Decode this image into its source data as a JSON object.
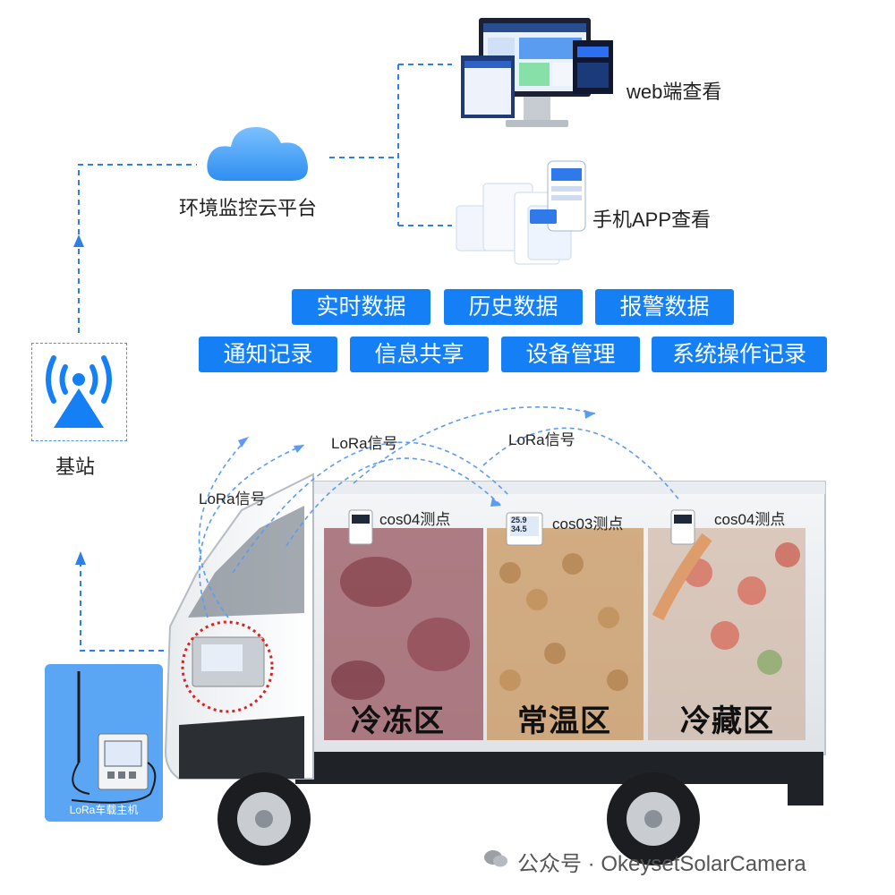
{
  "cloud": {
    "label": "环境监控云平台",
    "icon": "cloud-icon"
  },
  "outputs": {
    "web_label": "web端查看",
    "app_label": "手机APP查看"
  },
  "features_row1": [
    "实时数据",
    "历史数据",
    "报警数据"
  ],
  "features_row2": [
    "通知记录",
    "信息共享",
    "设备管理",
    "系统操作记录"
  ],
  "base_station": {
    "label": "基站",
    "icon": "signal-tower-icon"
  },
  "signals": [
    "LoRa信号",
    "LoRa信号",
    "LoRa信号"
  ],
  "points": [
    "cos04测点",
    "cos03测点",
    "cos04测点"
  ],
  "sensor_display": [
    "25.9",
    "34.5"
  ],
  "zones": [
    "冷冻区",
    "常温区",
    "冷藏区"
  ],
  "host": {
    "label": "LoRa车载主机"
  },
  "watermark": "公众号 · OkeysetSolarCamera",
  "colors": {
    "accent": "#1580f5",
    "dashed_line": "#2f7fe8",
    "highlight_circle": "#e02020"
  }
}
